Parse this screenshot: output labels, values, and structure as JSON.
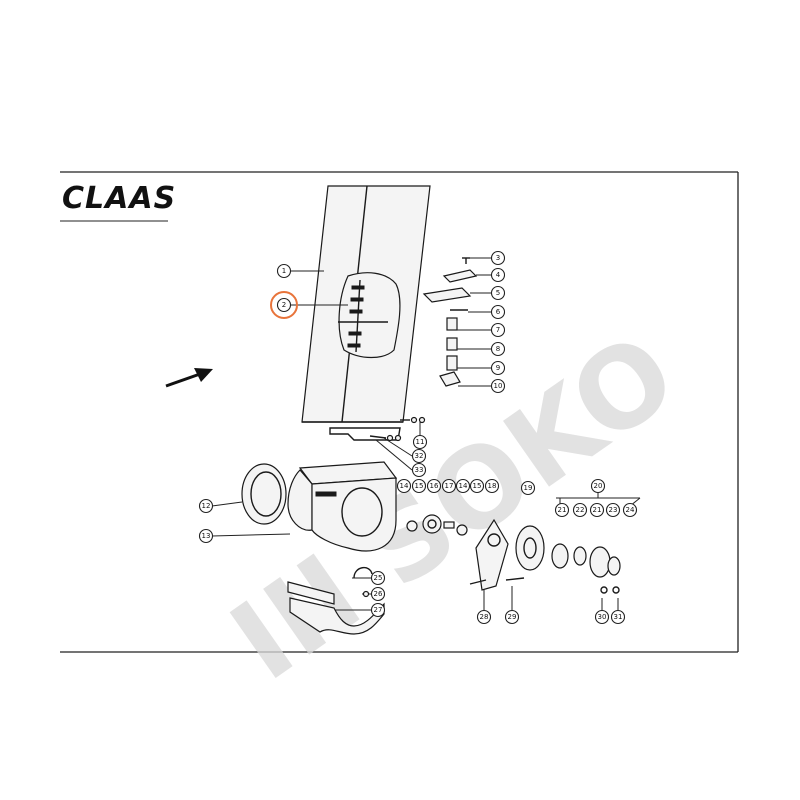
{
  "brand": {
    "logo_text": "CLAAS"
  },
  "watermark": {
    "text": "III SOKO"
  },
  "highlight_color": "#e8743b",
  "callouts": {
    "c1": "1",
    "c2": "2",
    "c3": "3",
    "c4": "4",
    "c5": "5",
    "c6": "6",
    "c7": "7",
    "c8": "8",
    "c9": "9",
    "c10": "10",
    "c11": "11",
    "c12": "12",
    "c13": "13",
    "c14a": "14",
    "c14b": "14",
    "c15a": "15",
    "c15b": "15",
    "c16": "16",
    "c17": "17",
    "c18": "18",
    "c19": "19",
    "c20": "20",
    "c21a": "21",
    "c21b": "21",
    "c22": "22",
    "c23": "23",
    "c24": "24",
    "c25": "25",
    "c26": "26",
    "c27": "27",
    "c28": "28",
    "c29": "29",
    "c30": "30",
    "c31": "31",
    "c32": "32",
    "c33": "33"
  },
  "highlighted_callout": "2"
}
